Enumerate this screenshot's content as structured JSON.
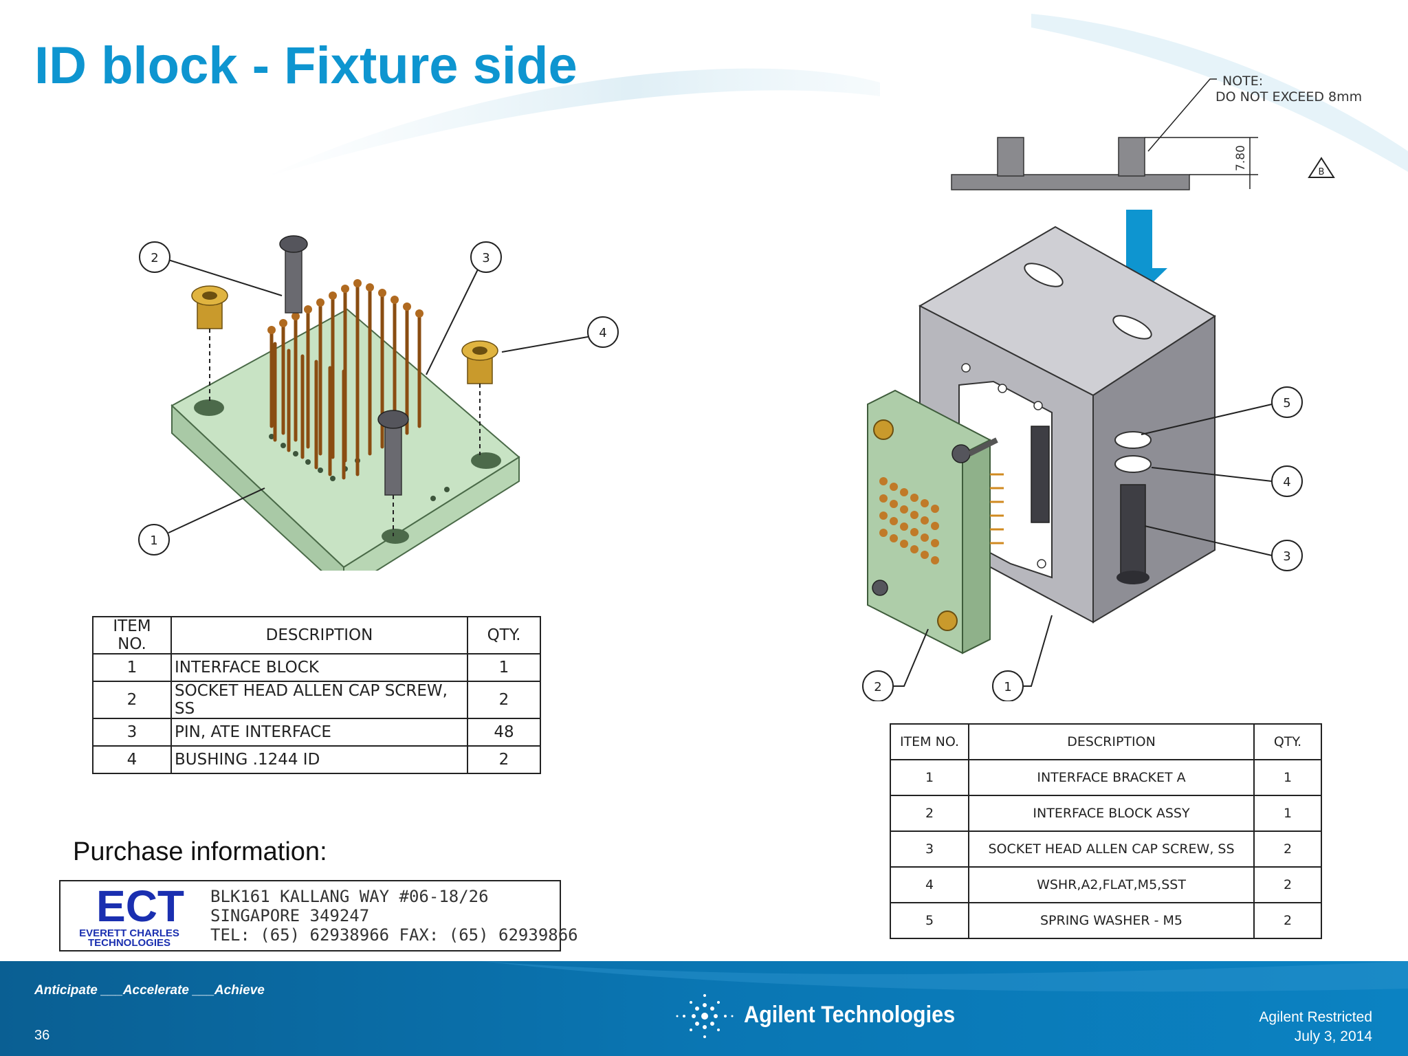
{
  "slide": {
    "title": "ID block - Fixture side",
    "purchase_label": "Purchase information:"
  },
  "left_drawing": {
    "balloons": [
      "1",
      "2",
      "3",
      "4"
    ],
    "bom": {
      "headers": [
        "ITEM NO.",
        "DESCRIPTION",
        "QTY."
      ],
      "rows": [
        [
          "1",
          "INTERFACE BLOCK",
          "1"
        ],
        [
          "2",
          "SOCKET HEAD ALLEN CAP SCREW, SS",
          "2"
        ],
        [
          "3",
          "PIN, ATE INTERFACE",
          "48"
        ],
        [
          "4",
          "BUSHING .1244 ID",
          "2"
        ]
      ]
    }
  },
  "right_drawing": {
    "note_line1": "NOTE:",
    "note_line2": "DO NOT EXCEED 8mm",
    "dimension": "7.80",
    "callout": "B",
    "balloons": [
      "1",
      "2",
      "3",
      "4",
      "5"
    ],
    "arrow_color": "#0e95d0",
    "bom": {
      "headers": [
        "ITEM NO.",
        "DESCRIPTION",
        "QTY."
      ],
      "rows": [
        [
          "1",
          "INTERFACE BRACKET A",
          "1"
        ],
        [
          "2",
          "INTERFACE BLOCK ASSY",
          "1"
        ],
        [
          "3",
          "SOCKET HEAD ALLEN CAP SCREW, SS",
          "2"
        ],
        [
          "4",
          "WSHR,A2,FLAT,M5,SST",
          "2"
        ],
        [
          "5",
          "SPRING WASHER - M5",
          "2"
        ]
      ]
    }
  },
  "supplier": {
    "logo_text": "ECT",
    "logo_subtext_1": "EVERETT CHARLES",
    "logo_subtext_2": "TECHNOLOGIES",
    "address_line1": "BLK161 KALLANG WAY #06-18/26",
    "address_line2": "SINGAPORE 349247",
    "phone_line": "TEL: (65) 62938966 FAX: (65) 62939866"
  },
  "footer": {
    "tagline": "Anticipate ___Accelerate ___Achieve",
    "page_number": "36",
    "company": "Agilent Technologies",
    "classification": "Agilent Restricted",
    "date": "July 3, 2014",
    "band_color": "#0a6fa8"
  }
}
